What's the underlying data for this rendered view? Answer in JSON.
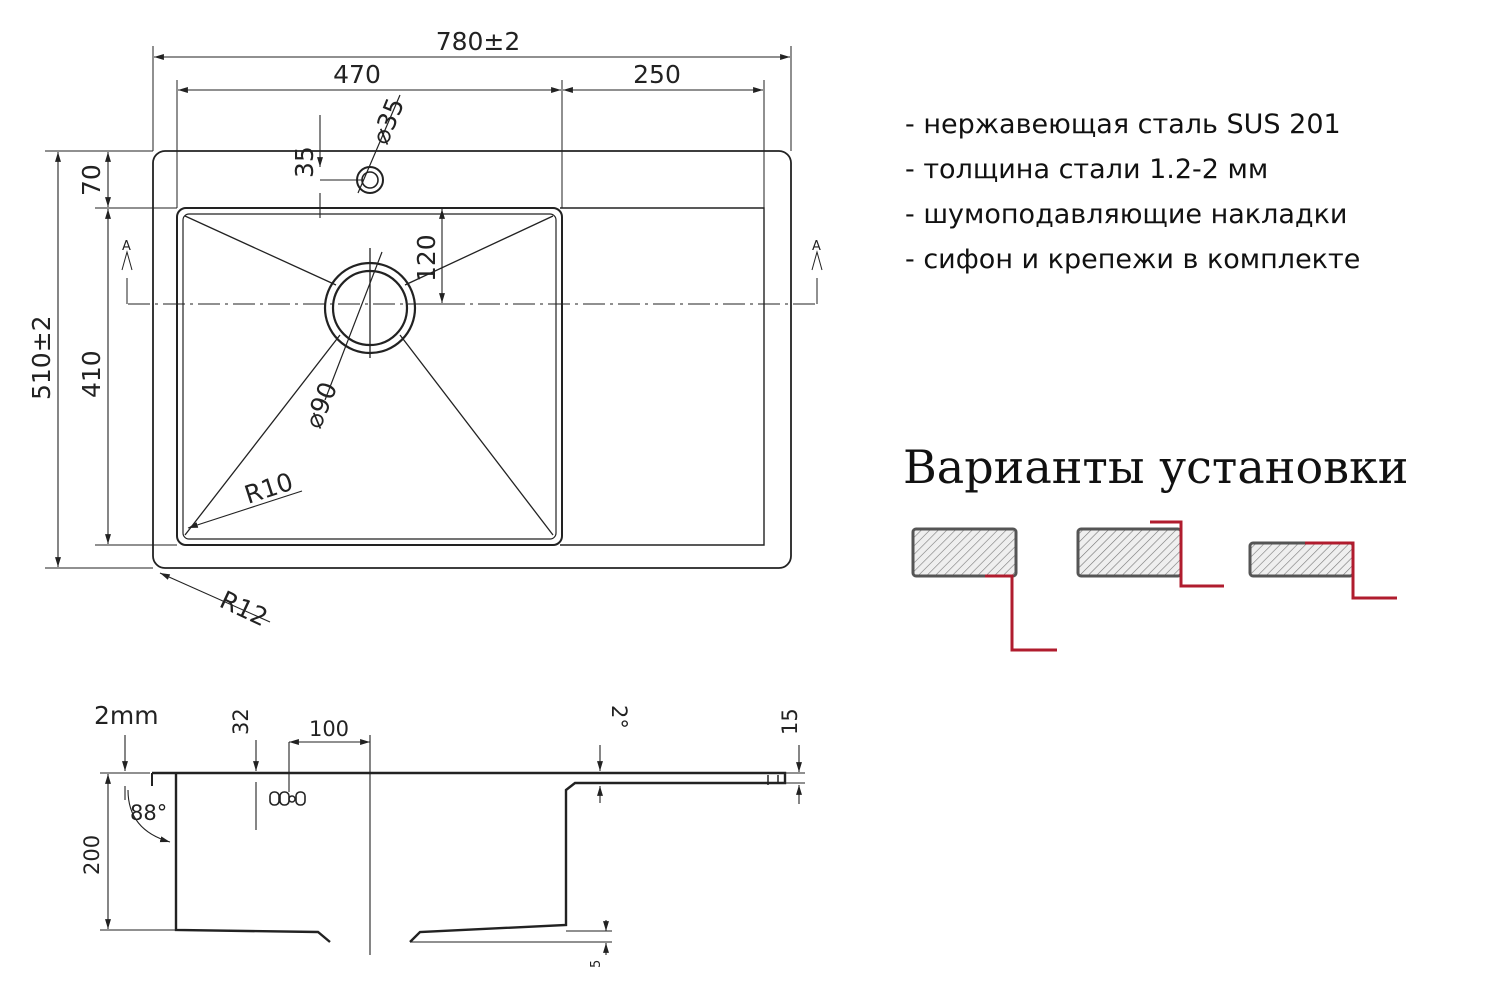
{
  "specs": [
    "- нержавеющая сталь SUS 201",
    "- толщина стали 1.2-2 мм",
    "- шумоподавляющие накладки",
    "- сифон и крепежи в комплекте"
  ],
  "install_title": "Варианты установки",
  "plan_dims": {
    "total_width": "780±2",
    "bowl_width": "470",
    "drainboard_width": "250",
    "tap_hole": "⌀35",
    "tap_offset": "35",
    "top_margin": "70",
    "total_depth": "510±2",
    "bowl_depth": "410",
    "drain_offset": "120",
    "drain_diameter": "⌀90",
    "inner_radius": "R10",
    "outer_radius": "R12",
    "section_marker": "A"
  },
  "section_dims": {
    "thickness": "2mm",
    "overflow_height": "32",
    "overflow_width": "100",
    "slope": "2°",
    "rim_height": "15",
    "bowl_height": "200",
    "wall_angle": "88°",
    "bottom_step": "5"
  },
  "colors": {
    "line": "#222222",
    "accent": "#b01c2e",
    "hatch_fill": "#e0e0e0"
  },
  "icons": [
    "drain-icon",
    "overflow-icon",
    "install-variant-icon"
  ]
}
